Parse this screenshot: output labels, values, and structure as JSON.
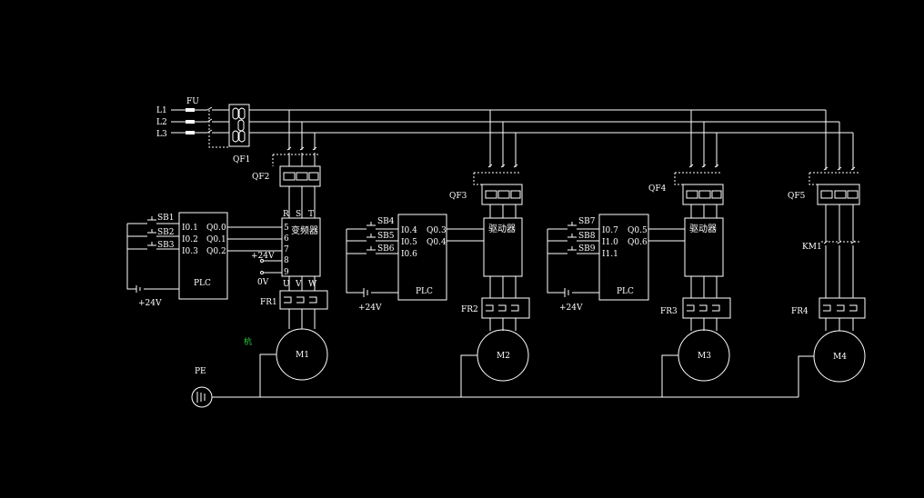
{
  "supply": {
    "fuse": "FU",
    "lines": [
      "L1",
      "L2",
      "L3"
    ],
    "main_breaker": "QF1",
    "ground": "PE"
  },
  "unit1": {
    "breaker": "QF2",
    "buttons": [
      "SB1",
      "SB2",
      "SB3"
    ],
    "plc": {
      "label": "PLC",
      "inputs": [
        "I0.1",
        "I0.2",
        "I0.3"
      ],
      "outputs": [
        "Q0.0",
        "Q0.1",
        "Q0.2"
      ]
    },
    "supply_voltage": "+24V",
    "drive": {
      "label": "变频器",
      "power_terminals": [
        "R",
        "S",
        "T"
      ],
      "terminals": [
        "5",
        "6",
        "7",
        "8",
        "9"
      ],
      "output_terminals": [
        "U",
        "V",
        "W"
      ]
    },
    "terminal_labels": {
      "plus24": "+24V",
      "zero": "0V"
    },
    "relay": "FR1",
    "motor": "M1"
  },
  "unit2": {
    "breaker": "QF3",
    "buttons": [
      "SB4",
      "SB5",
      "SB6"
    ],
    "plc": {
      "label": "PLC",
      "inputs": [
        "I0.4",
        "I0.5",
        "I0.6"
      ],
      "outputs": [
        "Q0.3",
        "Q0.4"
      ]
    },
    "supply_voltage": "+24V",
    "drive": {
      "label": "驱动器"
    },
    "relay": "FR2",
    "motor": "M2"
  },
  "unit3": {
    "breaker": "QF4",
    "buttons": [
      "SB7",
      "SB8",
      "SB9"
    ],
    "plc": {
      "label": "PLC",
      "inputs": [
        "I0.7",
        "I1.0",
        "I1.1"
      ],
      "outputs": [
        "Q0.5",
        "Q0.6"
      ]
    },
    "supply_voltage": "+24V",
    "drive": {
      "label": "驱动器"
    },
    "relay": "FR3",
    "motor": "M3"
  },
  "unit4": {
    "breaker": "QF5",
    "contactor": "KM1",
    "relay": "FR4",
    "motor": "M4"
  },
  "annotation": "杭"
}
